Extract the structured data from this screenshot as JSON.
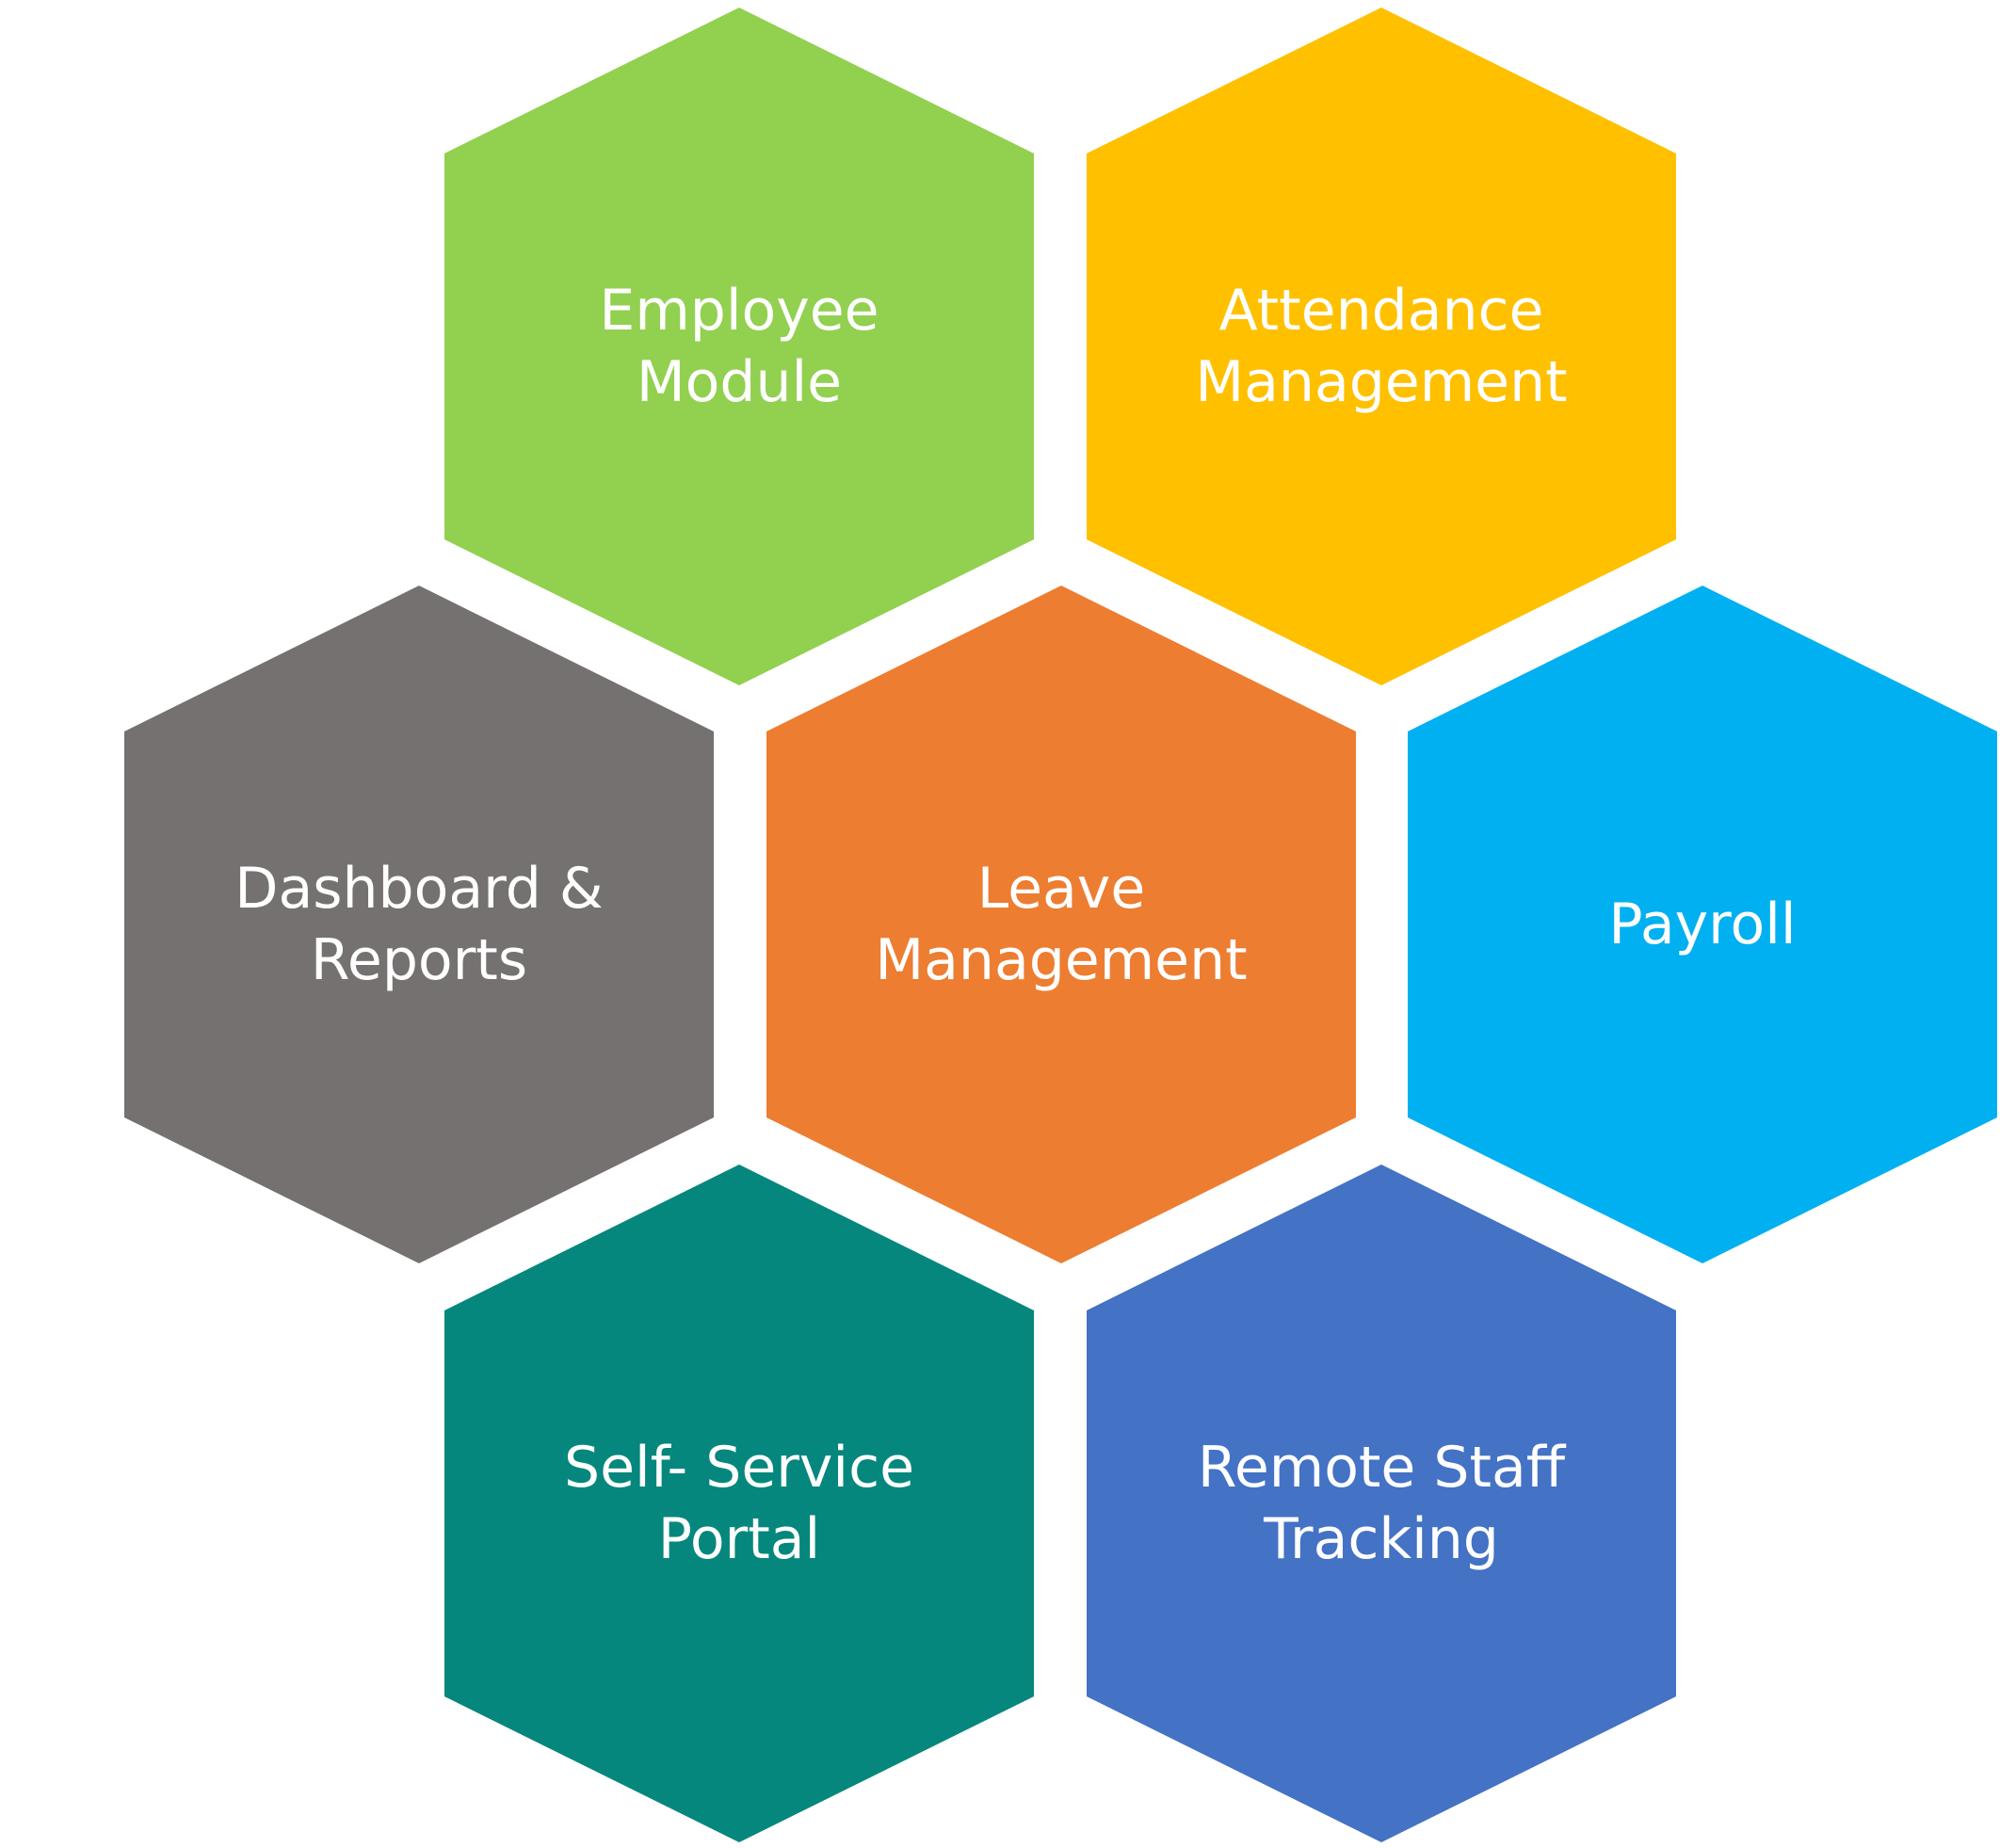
{
  "modules": [
    {
      "id": "employee",
      "label_lines": [
        "Employee",
        "Module"
      ],
      "color": "#92D050"
    },
    {
      "id": "attendance",
      "label_lines": [
        "Attendance",
        "Management"
      ],
      "color": "#FFC000"
    },
    {
      "id": "dashboard",
      "label_lines": [
        "Dashboard &",
        "Reports"
      ],
      "color": "#767171"
    },
    {
      "id": "leave",
      "label_lines": [
        "Leave",
        "Management"
      ],
      "color": "#ED7D31"
    },
    {
      "id": "payroll",
      "label_lines": [
        "Payroll"
      ],
      "color": "#00B0F0"
    },
    {
      "id": "self-service",
      "label_lines": [
        "Self- Service",
        "Portal"
      ],
      "color": "#06877D"
    },
    {
      "id": "remote-staff",
      "label_lines": [
        "Remote Staff",
        "Tracking"
      ],
      "color": "#4472C4"
    }
  ]
}
